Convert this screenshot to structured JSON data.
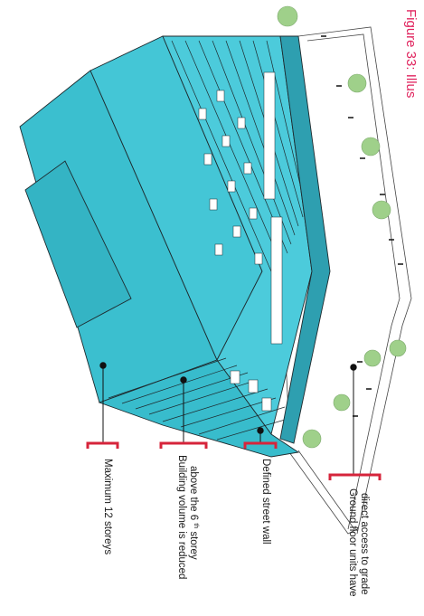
{
  "figure": {
    "caption": "Figure 33: Illus",
    "caption_color": "#e0245e",
    "accent_color": "#d6243b",
    "building_color": "#3bbfcf",
    "outline_color": "#1e2a2e",
    "tree_color": "#9fd08a"
  },
  "callouts": [
    {
      "lines": [
        "Maximum 12 storeys"
      ]
    },
    {
      "lines": [
        "Building volume is reduced",
        "above the 6th storey"
      ]
    },
    {
      "lines": [
        "Defined street wall"
      ]
    },
    {
      "lines": [
        "Ground floor units have",
        "direct access to grade"
      ]
    }
  ]
}
